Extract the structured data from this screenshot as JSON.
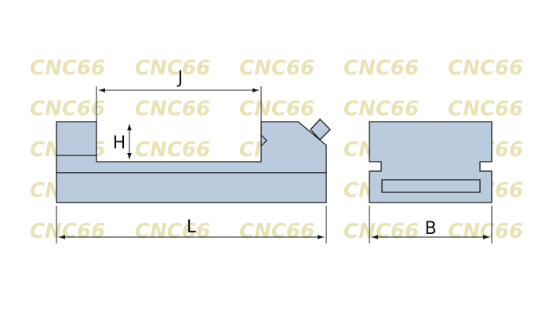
{
  "watermark": {
    "text": "CNC66",
    "color": "#e8e2b4"
  },
  "colors": {
    "body_fill": "#b9cbdc",
    "outline": "#1b1b1b",
    "dimension_line": "#1b1b1b"
  },
  "dimensions": {
    "jaw_opening": "J",
    "jaw_height": "H",
    "length": "L",
    "width": "B"
  }
}
